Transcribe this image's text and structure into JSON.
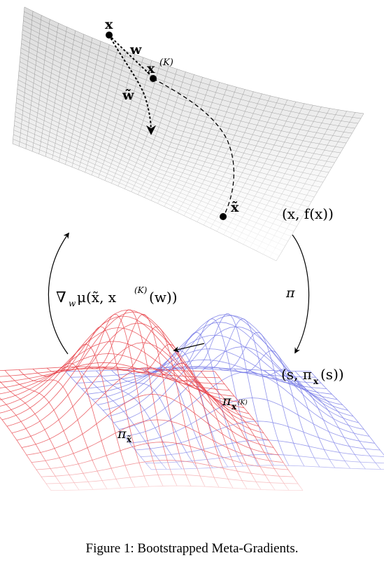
{
  "caption": "Figure 1: Bootstrapped Meta-Gradients.",
  "labels": {
    "x": "x",
    "w": "w",
    "xK_base": "x",
    "xK_sup": "(K)",
    "w_tilde": "w̃",
    "x_tilde": "x̃",
    "xfx": "(x, f(x))",
    "pi": "π",
    "s_pi": "(s, π",
    "s_pi_sub": "x",
    "s_pi_end": "(s))",
    "grad": "∇",
    "grad_sub": "w",
    "grad_rest": "μ(x̃, x",
    "grad_sup": "(K)",
    "grad_end": "(w))",
    "pi_xK_base": "π",
    "pi_xK_sub": "x",
    "pi_xK_supsub": "(K)",
    "pi_xt_base": "π",
    "pi_xt_sub": "x̃"
  },
  "colors": {
    "surface_grid": "#8a8a8a",
    "red_dist": "#e8434a",
    "blue_dist": "#7a7ee8",
    "ink": "#000000"
  }
}
